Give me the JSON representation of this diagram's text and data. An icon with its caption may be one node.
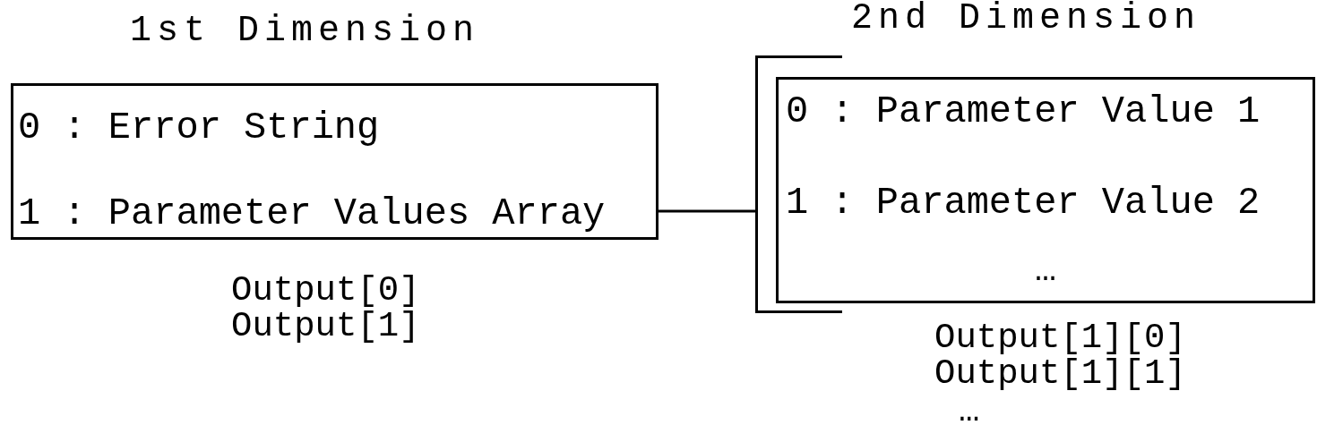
{
  "diagram": {
    "nodes": [
      {
        "text": [
          "1st Dimension",
          "0 : Error String",
          "1 : Parameter Values Array"
        ],
        "beside": [
          "Output[0]",
          "Output[1]"
        ]
      },
      {
        "text": [],
        "shape": "bracket"
      },
      {
        "text": [
          "2nd Dimension",
          "0 : Parameter Value 1",
          "1 : Parameter Value 2",
          "…"
        ],
        "beside": [
          "Output[1][0]",
          "Output[1][1]",
          "…"
        ]
      }
    ],
    "edges": [
      {
        "from": 0,
        "to": 1,
        "arrow": "none"
      }
    ]
  }
}
